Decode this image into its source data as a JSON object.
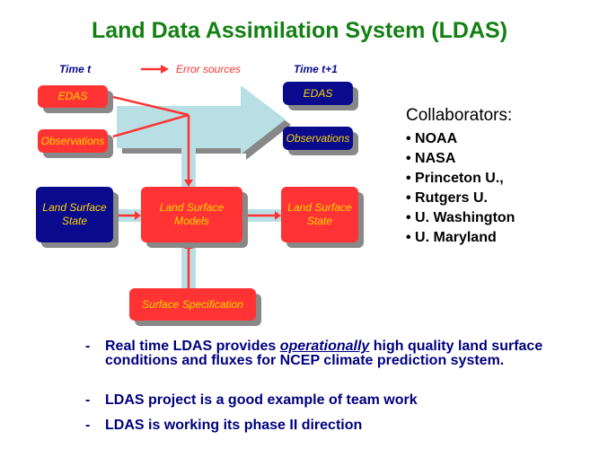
{
  "title": "Land Data Assimilation System (LDAS)",
  "diagram": {
    "time_t": "Time t",
    "time_t1": "Time t+1",
    "error_sources": "Error sources",
    "left_edas": "EDAS",
    "left_obs": "Observations",
    "right_edas": "EDAS",
    "right_obs": "Observations",
    "lss_left": "Land Surface State",
    "lsm": "Land Surface Models",
    "lss_right": "Land Surface State",
    "surface_spec": "Surface Specification",
    "colors": {
      "red": "#ff3333",
      "navy": "#0a0a8c",
      "arrow": "#b8e0e4",
      "text": "#ffd700"
    }
  },
  "collaborators": {
    "heading": "Collaborators:",
    "items": [
      "• NOAA",
      "• NASA",
      "• Princeton U.,",
      "• Rutgers U.",
      "• U. Washington",
      "• U. Maryland"
    ]
  },
  "bullets": {
    "dash": "-",
    "b1_pre": "Real time LDAS provides ",
    "b1_em": "operationally",
    "b1_post": " high quality land surface conditions and fluxes for NCEP climate prediction system.",
    "b2": "LDAS project is a good example of team work",
    "b3": "LDAS is working its phase II direction"
  }
}
